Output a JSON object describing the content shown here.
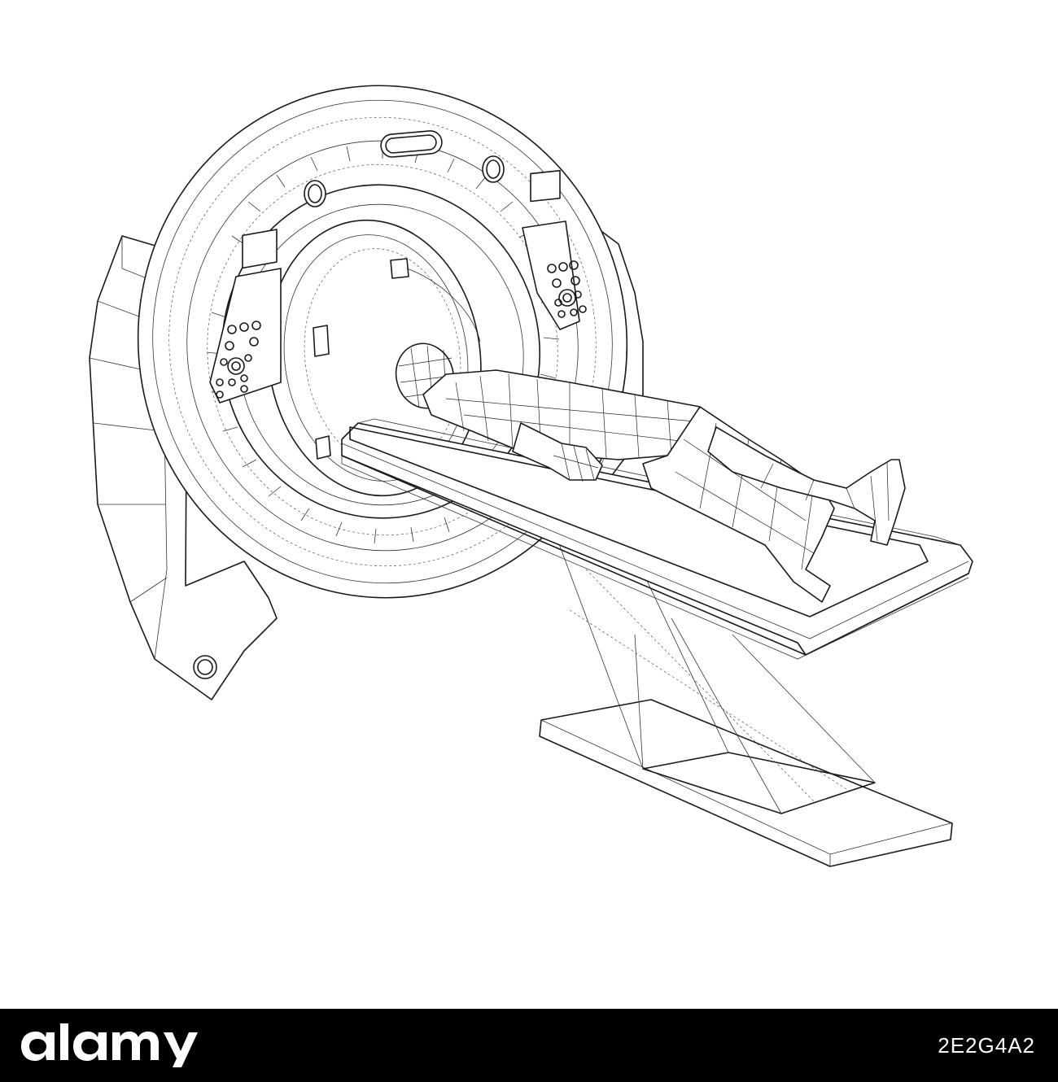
{
  "image": {
    "subject": "ct-scanner-with-patient-wireframe"
  },
  "watermark": {
    "brand": "alamy",
    "image_id": "2E2G4A2"
  },
  "colors": {
    "background": "#ffffff",
    "line": "#1a1a1a",
    "bar": "#000000",
    "bar_text": "#ffffff"
  }
}
